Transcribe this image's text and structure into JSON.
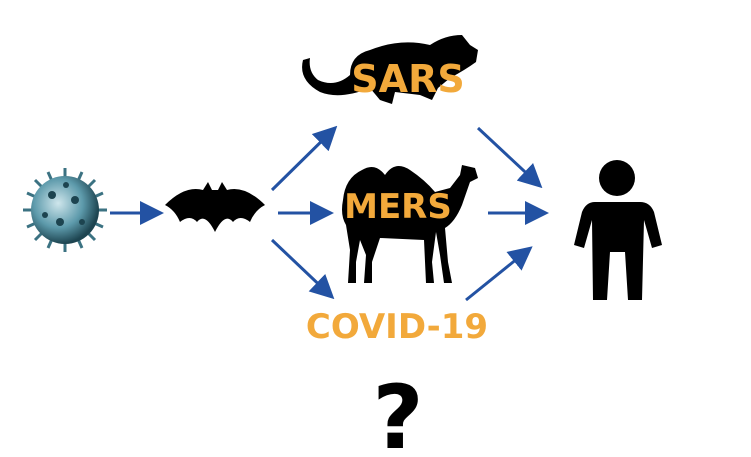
{
  "labels": {
    "sars": "SARS",
    "mers": "MERS",
    "covid": "COVID-19",
    "unknown_host": "?"
  },
  "colors": {
    "label": "#f2a93b",
    "arrow": "#2352a3",
    "silhouette": "#000000",
    "virus": "#4f8ea0"
  },
  "icons": [
    "virus-icon",
    "bat-icon",
    "civet-icon",
    "camel-icon",
    "question-mark-icon",
    "person-icon"
  ]
}
